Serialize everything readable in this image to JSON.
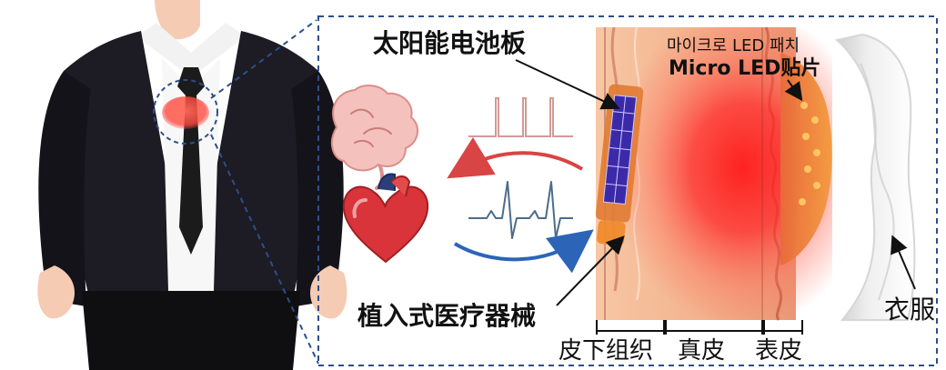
{
  "labels": {
    "solar_panel": "太阳能电池板",
    "micro_led_kr": "마이크로 LED 패치",
    "micro_led_cn": "Micro LED贴片",
    "implant": "植入式医疗器械",
    "subcutaneous": "皮下组织",
    "dermis": "真皮",
    "epidermis": "表皮",
    "clothes": "衣服"
  },
  "colors": {
    "dashed_border": "#2b4f8c",
    "glow_red": "#ff3a3a",
    "skin": "#f3b28d",
    "solar_blue": "#3b2aa8",
    "arrow_red": "#d94444",
    "arrow_blue": "#2c64b8",
    "heart_red": "#d8343a",
    "brain_pink": "#f4c1bc"
  },
  "icons": {
    "brain": "brain-icon",
    "heart": "heart-icon"
  }
}
